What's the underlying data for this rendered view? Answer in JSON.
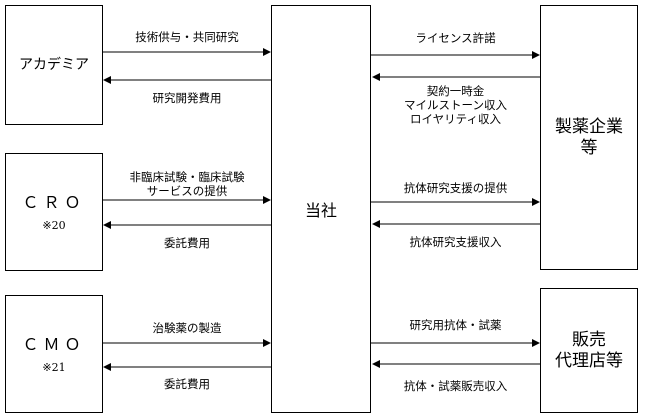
{
  "boxes": {
    "academia": {
      "name": "アカデミア"
    },
    "cro": {
      "name": "ＣＲＯ",
      "note": "※20"
    },
    "cmo": {
      "name": "ＣＭＯ",
      "note": "※21"
    },
    "company": {
      "name": "当社"
    },
    "pharma": {
      "name_line1": "製薬企業",
      "name_line2": "等"
    },
    "distributor": {
      "name_line1": "販売",
      "name_line2": "代理店等"
    }
  },
  "flows": {
    "academia_to_company": "技術供与・共同研究",
    "company_to_academia": "研究開発費用",
    "cro_to_company_line1": "非臨床試験・臨床試験",
    "cro_to_company_line2": "サービスの提供",
    "company_to_cro": "委託費用",
    "cmo_to_company": "治験薬の製造",
    "company_to_cmo": "委託費用",
    "company_to_pharma_license": "ライセンス許諾",
    "pharma_to_company_line1": "契約一時金",
    "pharma_to_company_line2": "マイルストーン収入",
    "pharma_to_company_line3": "ロイヤリティ収入",
    "company_to_pharma_support": "抗体研究支援の提供",
    "pharma_to_company_support": "抗体研究支援収入",
    "company_to_distributor": "研究用抗体・試薬",
    "distributor_to_company": "抗体・試薬販売収入"
  }
}
